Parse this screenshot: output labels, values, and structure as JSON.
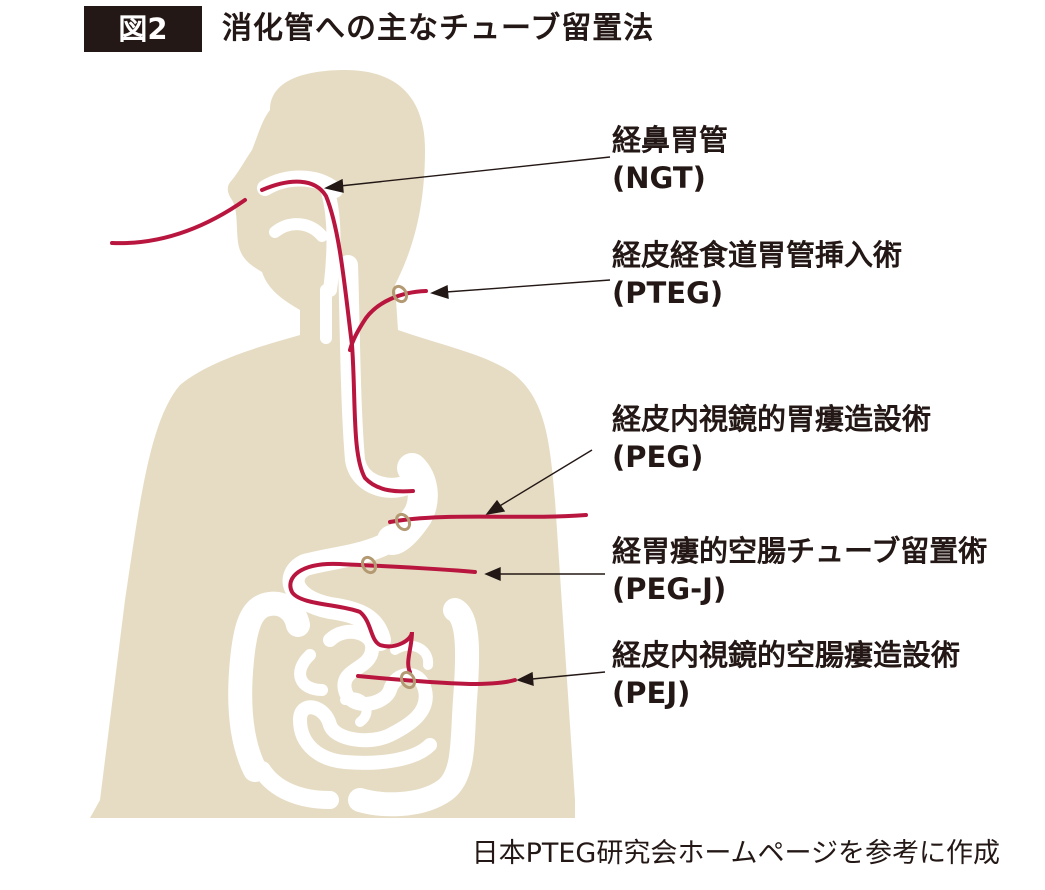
{
  "figure": {
    "number": "図2",
    "title": "消化管への主なチューブ留置法"
  },
  "labels": [
    {
      "name": "経鼻胃管",
      "abbr": "(NGT)"
    },
    {
      "name": "経皮経食道胃管挿入術",
      "abbr": "(PTEG)"
    },
    {
      "name": "経皮内視鏡的胃瘻造設術",
      "abbr": "(PEG)"
    },
    {
      "name": "経胃瘻的空腸チューブ留置術",
      "abbr": "(PEG-J)"
    },
    {
      "name": "経皮内視鏡的空腸瘻造設術",
      "abbr": "(PEJ)"
    }
  ],
  "source_note": "日本PTEG研究会ホームページを参考に作成",
  "colors": {
    "body": "#e6dcc3",
    "organ": "#ffffff",
    "tube": "#b9163f",
    "ring": "#b49a73",
    "text": "#231815"
  }
}
